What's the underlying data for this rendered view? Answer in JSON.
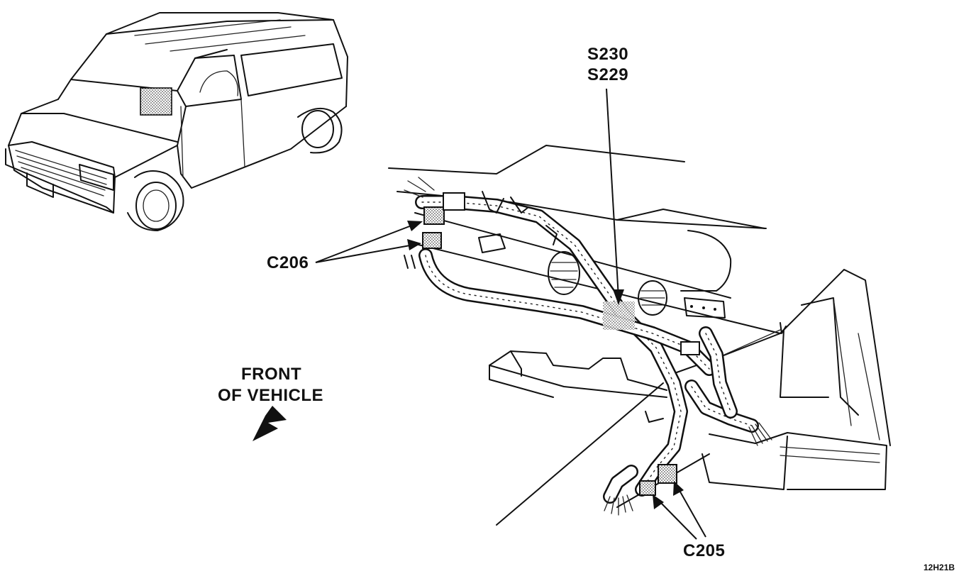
{
  "labels": {
    "splice_top": "S230",
    "splice_bottom": "S229",
    "connector_left": "C206",
    "connector_bottom": "C205",
    "front_line1": "FRONT",
    "front_line2": "OF VEHICLE",
    "figure_code": "12H21B"
  },
  "colors": {
    "ink": "#111111",
    "background": "#ffffff",
    "stipple": "#9a9a9a"
  },
  "icons": {
    "direction_arrow": "arrow-down-left-icon",
    "vehicle": "van-icon"
  }
}
